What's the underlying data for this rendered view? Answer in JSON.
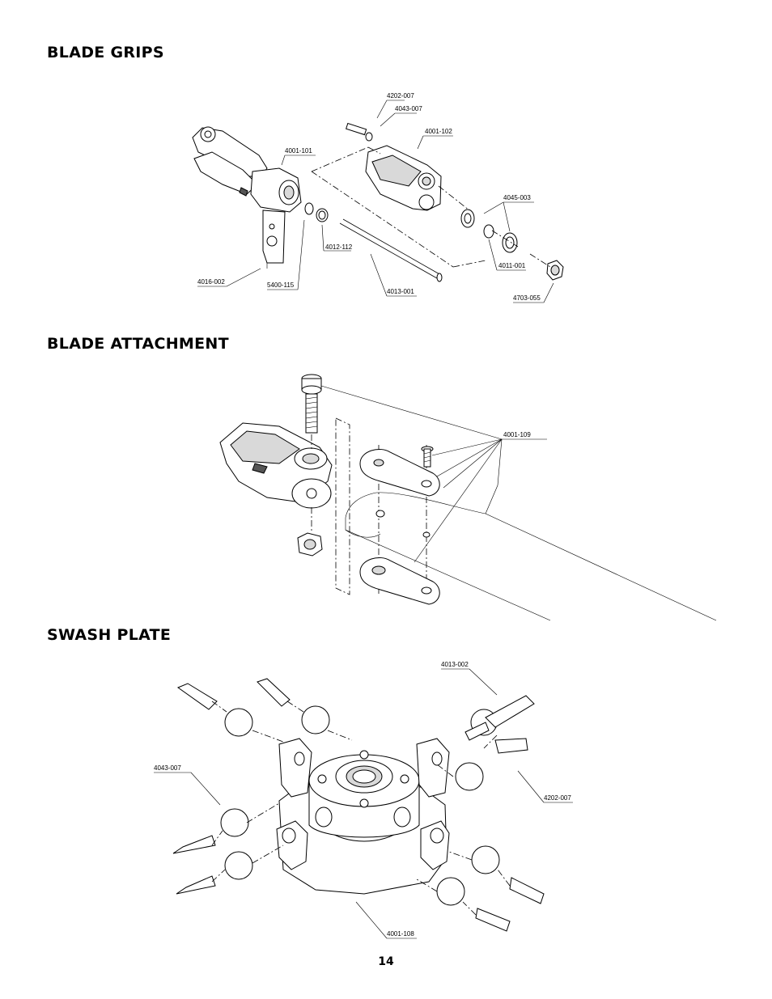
{
  "sections": {
    "blade_grips": {
      "title": "BLADE GRIPS",
      "labels": [
        "4202-007",
        "4043-007",
        "4001-102",
        "4001-101",
        "4045-003",
        "4012-112",
        "4011-001",
        "4016-002",
        "5400-115",
        "4013-001",
        "4703-055"
      ]
    },
    "blade_attachment": {
      "title": "BLADE ATTACHMENT",
      "labels": [
        "4001-109"
      ]
    },
    "swash_plate": {
      "title": "SWASH PLATE",
      "labels": [
        "4013-002",
        "4043-007",
        "4202-007",
        "4001-108"
      ]
    }
  },
  "page_number": "14"
}
